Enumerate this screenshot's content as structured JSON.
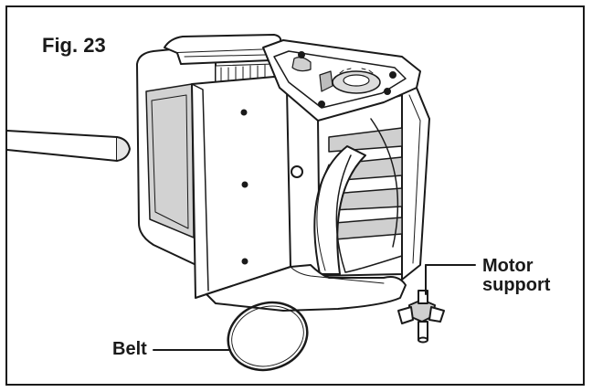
{
  "figure": {
    "title": "Fig. 23",
    "callouts": {
      "motor_support": "Motor\nsupport",
      "belt": "Belt"
    }
  },
  "colors": {
    "line": "#1a1a1a",
    "shade": "#bdbdbd",
    "dark": "#555555",
    "background": "#ffffff"
  },
  "icons": [
    "snow-thrower-housing",
    "auger",
    "drive-belt",
    "motor-support-bracket"
  ]
}
